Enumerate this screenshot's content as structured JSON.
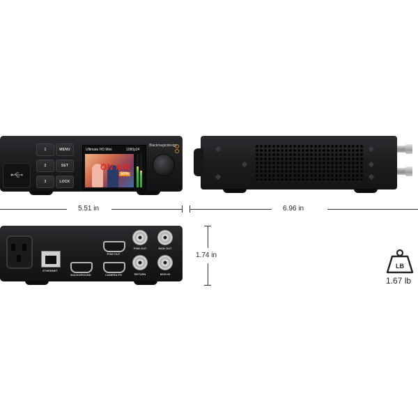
{
  "front": {
    "keys": [
      "1",
      "MENU",
      "2",
      "SET",
      "3",
      "LOCK"
    ],
    "screen_title": "Ultimate HD Mini",
    "screen_format": "1080p24",
    "screen_onair": "ON AIR",
    "screen_badge": "50%",
    "logo": "Blackmagicdesign"
  },
  "rear": {
    "labels": {
      "ethernet": "ETHERNET",
      "background": "BACKGROUND",
      "camera": "CAMERA PG",
      "pgm_out": "PGM OUT",
      "pgm_out2": "PGM OUT",
      "mon_out": "MON OUT",
      "return": "RETURN",
      "mon_in": "MON IN"
    }
  },
  "dimensions": {
    "width": "5.51 in",
    "depth": "6.96 in",
    "height": "1.74 in"
  },
  "weight": {
    "icon_label": "LB",
    "value": "1.67 lb"
  }
}
